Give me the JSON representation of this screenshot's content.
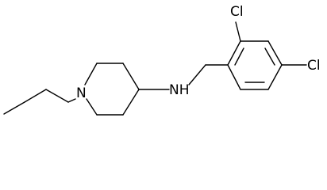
{
  "molecule": {
    "atoms": {
      "n_ring": "N",
      "n_amine": "NH",
      "cl_top": "Cl",
      "cl_right": "Cl"
    },
    "colors": {
      "bond": "#000000",
      "label": "#000000",
      "background": "#ffffff"
    }
  }
}
